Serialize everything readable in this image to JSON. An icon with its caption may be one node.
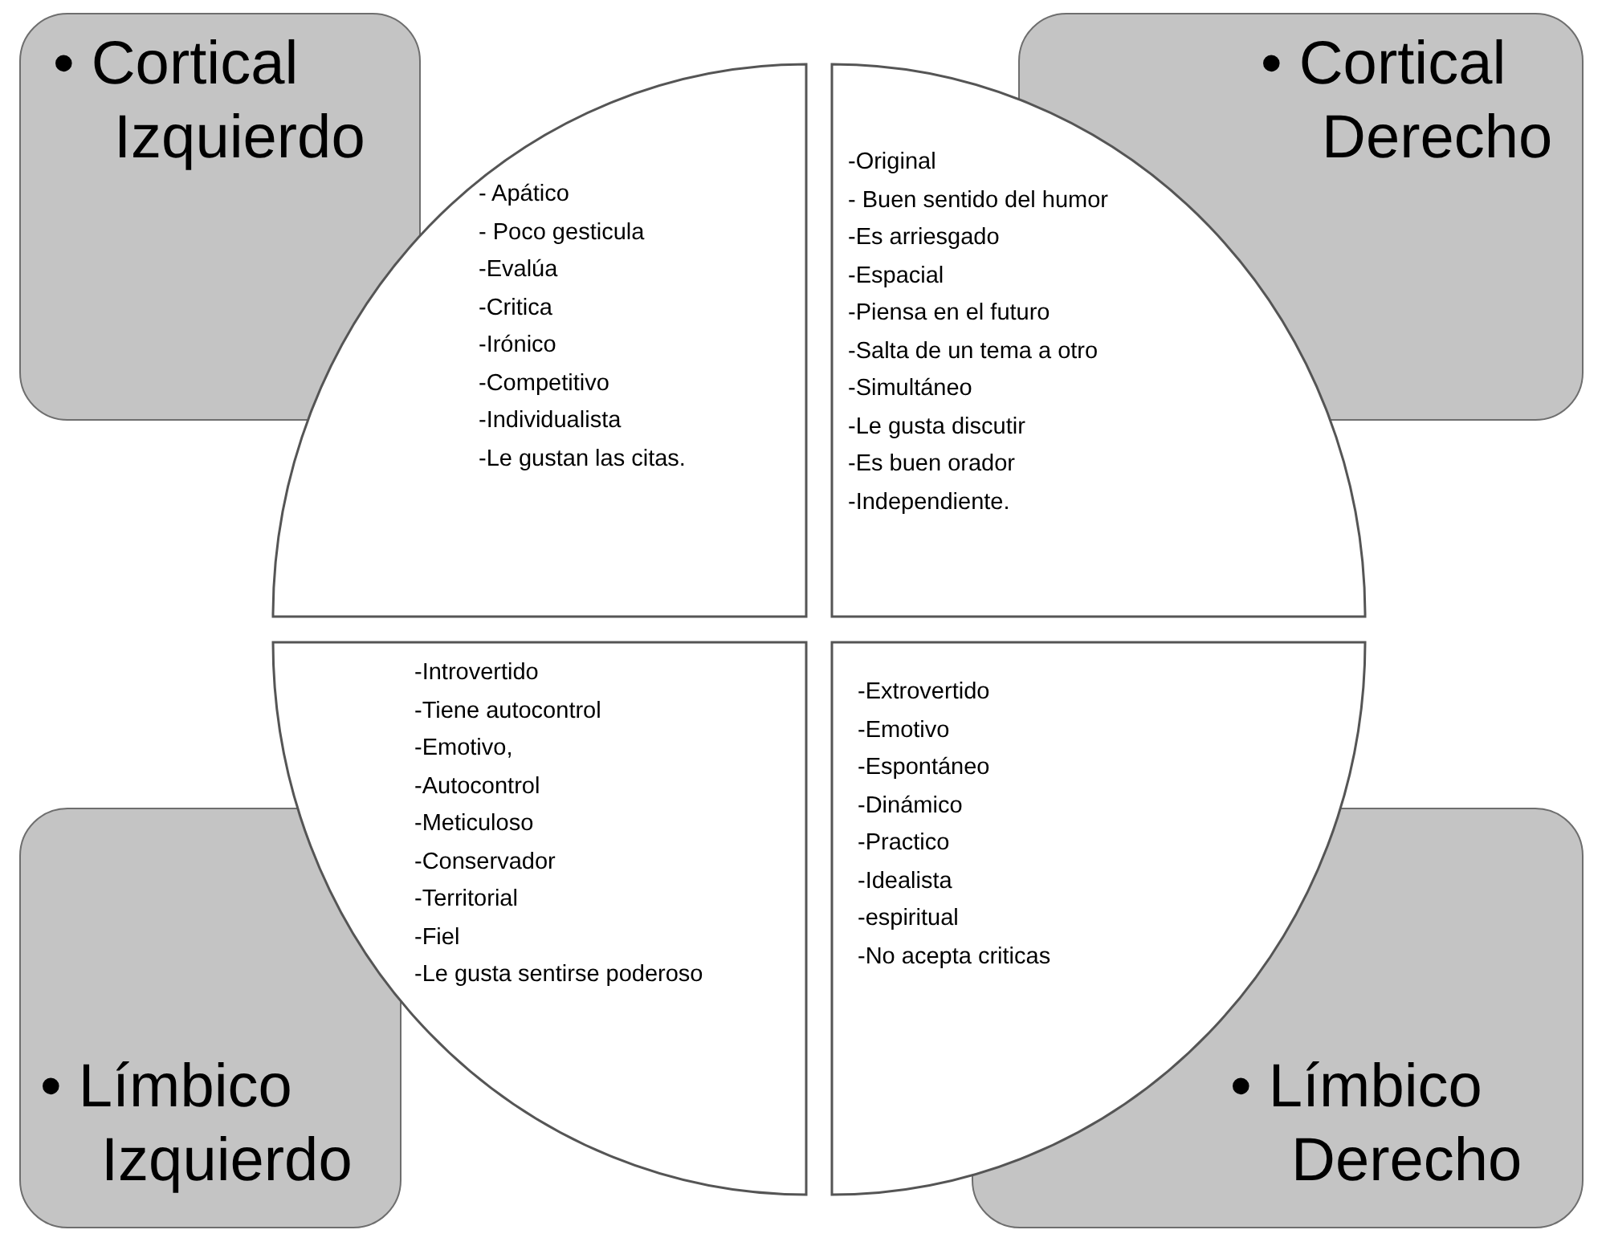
{
  "diagram": {
    "nodes": [
      {
        "text": [
          "• Cortical Izquierdo"
        ]
      },
      {
        "text": [
          "• Cortical Derecho"
        ]
      },
      {
        "text": [
          "- Apático",
          "- Poco gesticula",
          "-Evalúa",
          "-Critica",
          "-Irónico",
          "-Competitivo",
          "-Individualista",
          "-Le gustan las citas."
        ]
      },
      {
        "text": [
          "-Original",
          "- Buen sentido del humor",
          "-Es arriesgado",
          "-Espacial",
          "-Piensa en el futuro",
          "-Salta de un tema a otro",
          "-Simultáneo",
          "-Le gusta discutir",
          "-Es buen orador",
          "-Independiente."
        ]
      },
      {
        "text": [
          "-Introvertido",
          "-Tiene autocontrol",
          "-Emotivo,",
          "-Autocontrol",
          "-Meticuloso",
          "-Conservador",
          "-Territorial",
          "-Fiel",
          "-Le gusta sentirse poderoso"
        ]
      },
      {
        "text": [
          "-Extrovertido",
          "-Emotivo",
          "-Espontáneo",
          "-Dinámico",
          "-Practico",
          "-Idealista",
          "-espiritual",
          "-No acepta criticas"
        ]
      },
      {
        "text": [
          "• Límbico Izquierdo"
        ]
      },
      {
        "text": [
          "• Límbico Derecho"
        ]
      }
    ],
    "edges": []
  }
}
